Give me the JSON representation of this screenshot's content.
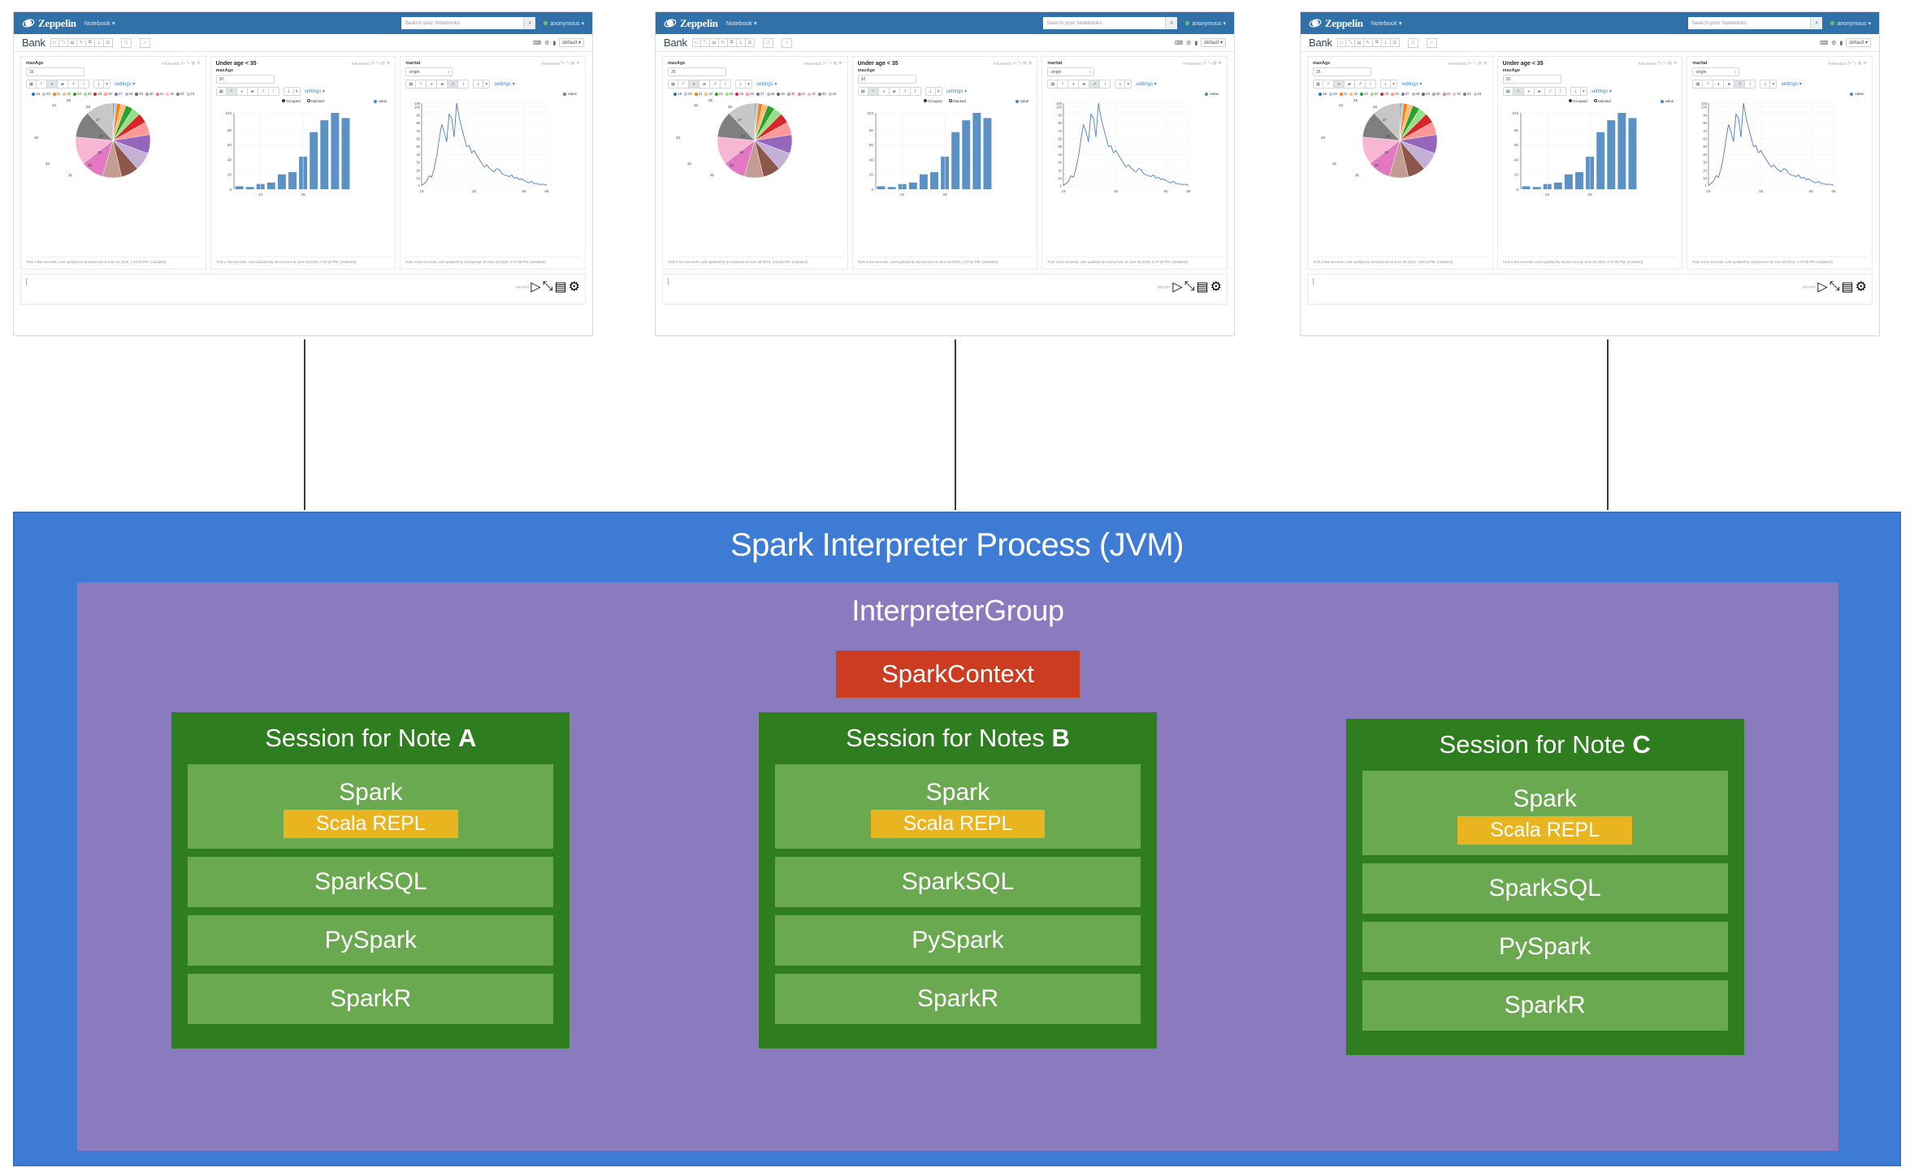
{
  "notebook": {
    "brand": "Zeppelin",
    "menu": "Notebook",
    "search_placeholder": "Search your Notebooks",
    "search_icon": "search-icon",
    "user": "anonymous",
    "note_title": "Bank",
    "toolbar_icons": [
      "run-all-icon",
      "collapse-icon",
      "show-hide-code-icon",
      "clear-output-icon",
      "clone-icon",
      "export-icon",
      "version-icon"
    ],
    "trash_icon": "trash-icon",
    "clock_icon": "clock-icon",
    "right_icons": [
      "keyboard-icon",
      "gear-icon",
      "lock-icon"
    ],
    "interpreter_binding": "default",
    "new_paragraph_status": "READY",
    "paragraphs": [
      {
        "title": "",
        "status": "FINISHED",
        "form_label": "maxAge",
        "form_value": "35",
        "form_kind": "input",
        "active_viz": "pie",
        "settings_label": "settings",
        "footer": "Took a few seconds. Last updated by anonymous at June 26 2016, 4:46:52 PM. (outdated)"
      },
      {
        "title": "Under age < 35",
        "status": "FINISHED",
        "form_label": "maxAge",
        "form_value": "30",
        "form_kind": "input",
        "active_viz": "bar",
        "settings_label": "settings",
        "footer": "Took a few seconds. Last updated by anonymous at June 26 2016, 4:47:32 PM. (outdated)"
      },
      {
        "title": "",
        "status": "FINISHED",
        "form_label": "marital",
        "form_value": "single",
        "form_kind": "select",
        "active_viz": "line",
        "settings_label": "settings",
        "footer": "Took a few seconds. Last updated by anonymous at June 26 2016, 4:47:36 PM. (outdated)"
      }
    ]
  },
  "chart_data": [
    {
      "type": "pie",
      "title": "",
      "legend_position": "top",
      "categories": [
        "19",
        "20",
        "21",
        "22",
        "23",
        "24",
        "25",
        "26",
        "27",
        "28",
        "29",
        "30",
        "31",
        "32",
        "33",
        "34"
      ],
      "values": [
        0.6,
        1.0,
        1.8,
        2.3,
        3.2,
        3.6,
        4.4,
        5.6,
        8.2,
        8.0,
        7.6,
        8.3,
        10.0,
        12.0,
        11.5,
        12.0
      ],
      "colors": [
        "#1f77b4",
        "#aec7e8",
        "#ff7f0e",
        "#ffbb78",
        "#2ca02c",
        "#98df8a",
        "#d62728",
        "#ff9896",
        "#9467bd",
        "#c5b0d5",
        "#8c564b",
        "#c49c94",
        "#e377c2",
        "#f7b6d2",
        "#7f7f7f",
        "#c7c7c7"
      ],
      "outer_labels": [
        "25",
        "26",
        "27",
        "28",
        "29",
        "30",
        "31",
        "32",
        "33",
        "34"
      ]
    },
    {
      "type": "bar",
      "title": "Under age < 35",
      "xlabel": "",
      "ylabel": "",
      "ylim": [
        0,
        103
      ],
      "yticks": [
        0,
        20,
        40,
        60,
        80,
        103
      ],
      "xticks": [
        22,
        26
      ],
      "grid": true,
      "legend": [
        "value"
      ],
      "mode_options": [
        "Grouped",
        "Stacked"
      ],
      "mode_selected": "Grouped",
      "categories": [
        "19",
        "20",
        "21",
        "22",
        "23",
        "24",
        "25",
        "26",
        "27",
        "28",
        "29"
      ],
      "values": [
        4,
        3,
        7,
        9,
        20,
        23,
        44,
        77,
        93,
        103,
        96
      ],
      "color": "#5b91c4"
    },
    {
      "type": "line",
      "title": "",
      "xlabel": "",
      "ylabel": "",
      "ylim": [
        1,
        105
      ],
      "yticks": [
        1,
        10,
        20,
        30,
        40,
        50,
        60,
        70,
        80,
        90,
        100,
        105
      ],
      "xticks": [
        19,
        40,
        60,
        69
      ],
      "grid": true,
      "legend": [
        "value"
      ],
      "color": "#4a7fc1",
      "x": [
        19,
        20,
        21,
        22,
        23,
        24,
        25,
        26,
        27,
        28,
        29,
        30,
        31,
        32,
        33,
        34,
        35,
        36,
        37,
        38,
        39,
        40,
        41,
        42,
        43,
        44,
        45,
        46,
        47,
        48,
        49,
        50,
        51,
        52,
        53,
        54,
        55,
        56,
        57,
        58,
        59,
        60,
        61,
        62,
        63,
        64,
        65,
        66,
        67,
        68,
        69
      ],
      "y": [
        1,
        3,
        6,
        13,
        11,
        22,
        37,
        59,
        78,
        69,
        56,
        91,
        86,
        62,
        105,
        87,
        74,
        62,
        50,
        51,
        42,
        45,
        39,
        34,
        29,
        24,
        27,
        23,
        20,
        18,
        22,
        21,
        16,
        14,
        13,
        12,
        14,
        10,
        11,
        8,
        9,
        7,
        5,
        4,
        6,
        3,
        3,
        2,
        2,
        2,
        1
      ]
    }
  ],
  "diagram": {
    "title": "Spark Interpreter Process (JVM)",
    "group_title": "InterpreterGroup",
    "spark_context": "SparkContext",
    "colors": {
      "process": "#3d7bd5",
      "group": "#8a7bbf",
      "context": "#cc3c20",
      "session": "#2e7d1f",
      "module": "#6aa94f",
      "repl": "#e8b420"
    },
    "sessions": [
      {
        "title_prefix": "Session for Note ",
        "title_note": "A",
        "modules": [
          "Spark",
          "SparkSQL",
          "PySpark",
          "SparkR"
        ],
        "repl": "Scala REPL"
      },
      {
        "title_prefix": "Session for Notes ",
        "title_note": "B",
        "modules": [
          "Spark",
          "SparkSQL",
          "PySpark",
          "SparkR"
        ],
        "repl": "Scala REPL"
      },
      {
        "title_prefix": "Session for Note ",
        "title_note": "C",
        "modules": [
          "Spark",
          "SparkSQL",
          "PySpark",
          "SparkR"
        ],
        "repl": "Scala REPL"
      }
    ]
  }
}
